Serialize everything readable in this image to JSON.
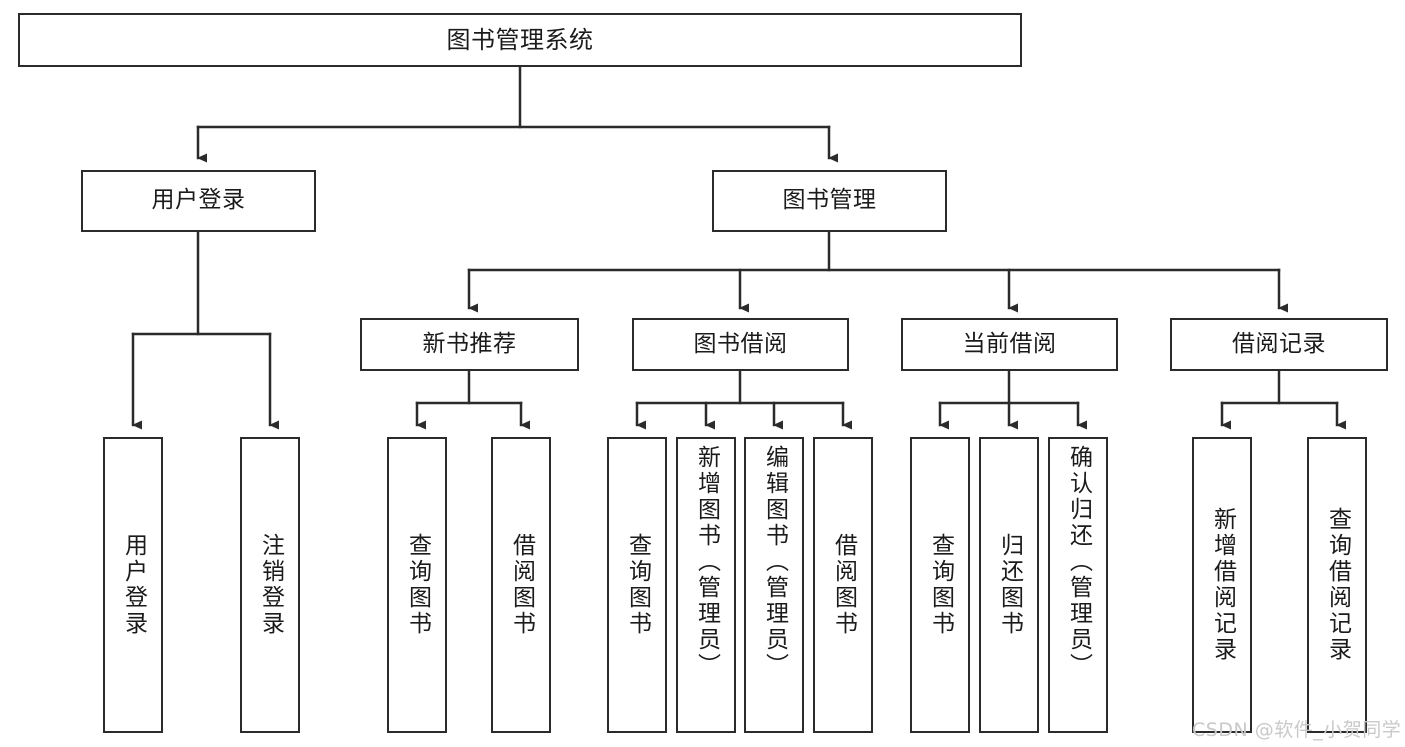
{
  "diagram": {
    "type": "hierarchy-tree",
    "title": "图书管理系统",
    "root": {
      "label": "图书管理系统"
    },
    "level2": [
      {
        "label": "用户登录"
      },
      {
        "label": "图书管理"
      }
    ],
    "level3": [
      {
        "label": "新书推荐"
      },
      {
        "label": "图书借阅"
      },
      {
        "label": "当前借阅"
      },
      {
        "label": "借阅记录"
      }
    ],
    "leaves": {
      "user_login": [
        {
          "label": "用户登录"
        },
        {
          "label": "注销登录"
        }
      ],
      "new_book_recommend": [
        {
          "label": "查询图书"
        },
        {
          "label": "借阅图书"
        }
      ],
      "book_borrow": [
        {
          "label": "查询图书"
        },
        {
          "label": "新增图书（管理员）"
        },
        {
          "label": "编辑图书（管理员）"
        },
        {
          "label": "借阅图书"
        }
      ],
      "current_borrow": [
        {
          "label": "查询图书"
        },
        {
          "label": "归还图书"
        },
        {
          "label": "确认归还（管理员）"
        }
      ],
      "borrow_records": [
        {
          "label": "新增借阅记录"
        },
        {
          "label": "查询借阅记录"
        }
      ]
    }
  },
  "watermark": {
    "text": "CSDN @软件_小贺同学"
  },
  "colors": {
    "box_border": "#2b2b2b",
    "box_fill": "#ffffff",
    "line": "#2b2b2b",
    "text": "#1b1b1b",
    "watermark": "#c9c9c9",
    "background": "#ffffff"
  }
}
